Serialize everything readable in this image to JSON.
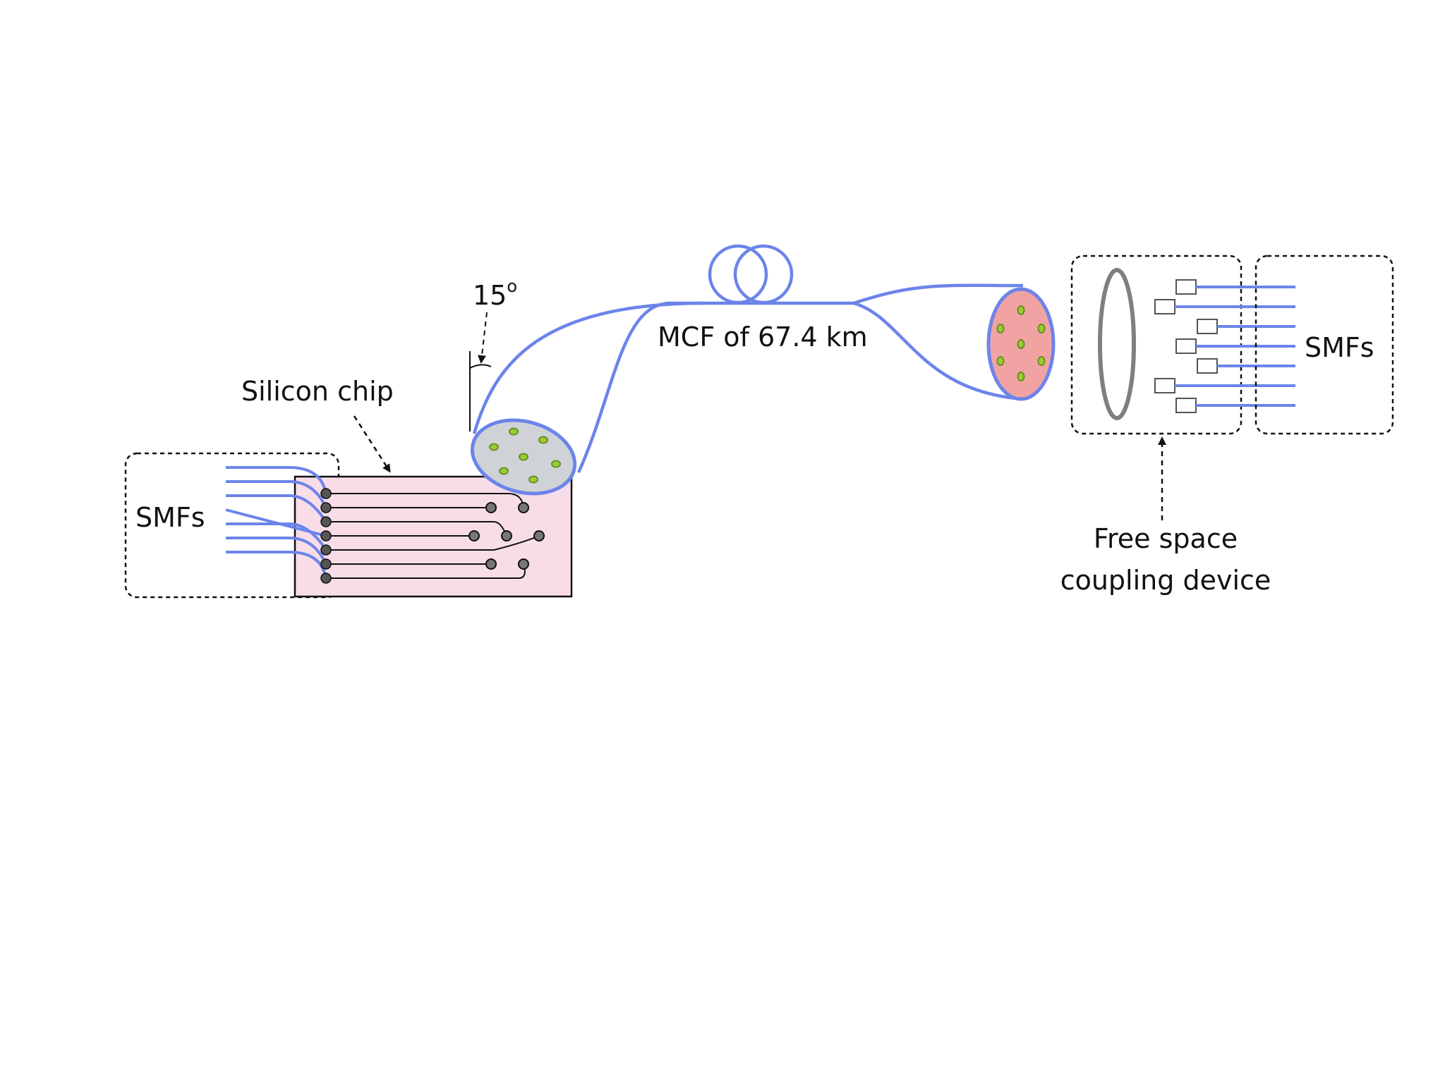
{
  "labels": {
    "angle": "15",
    "angle_unit": "o",
    "silicon_chip": "Silicon chip",
    "smfs_left": "SMFs",
    "mcf": "MCF of 67.4 km",
    "smfs_right": "SMFs",
    "coupling_line1": "Free space",
    "coupling_line2": "coupling device"
  },
  "colors": {
    "fiber": "#6c84ea",
    "chip_fill": "#f8dde9",
    "left_facet_fill": "#cfd3d8",
    "right_facet_fill": "#f1a3a3",
    "core": "#9acd32",
    "lens": "#7f7f7f",
    "outline": "#111111"
  }
}
